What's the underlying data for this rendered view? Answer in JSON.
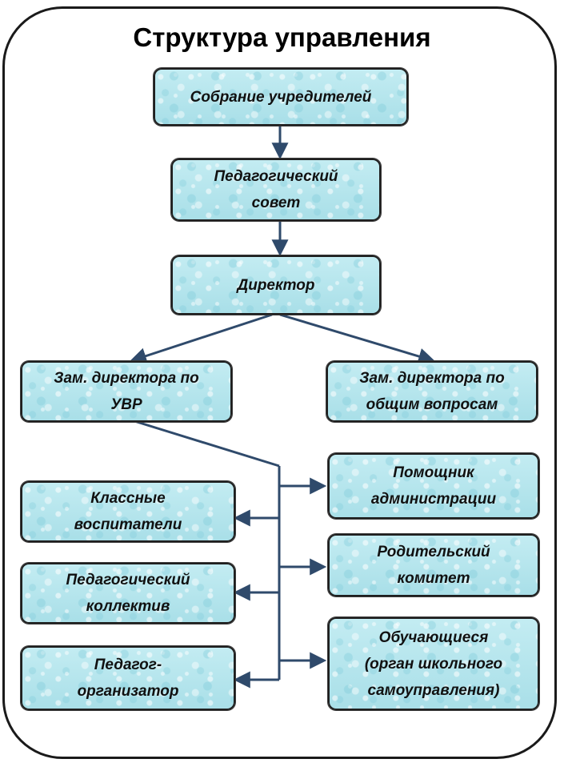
{
  "title": "Структура управления",
  "nodes": {
    "founders": {
      "line1": "Собрание учредителей"
    },
    "ped_council": {
      "line1": "Педагогический",
      "line2": "совет"
    },
    "director": {
      "line1": "Директор"
    },
    "deputy_uvr": {
      "line1": "Зам. директора по",
      "line2": "УВР"
    },
    "deputy_general": {
      "line1": "Зам. директора по",
      "line2": "общим вопросам"
    },
    "class_teachers": {
      "line1": "Классные",
      "line2": "воспитатели"
    },
    "ped_staff": {
      "line1": "Педагогический",
      "line2": "коллектив"
    },
    "ped_organizer": {
      "line1": "Педагог-",
      "line2": "организатор"
    },
    "admin_assistant": {
      "line1": "Помощник",
      "line2": "администрации"
    },
    "parent_committee": {
      "line1": "Родительский",
      "line2": "комитет"
    },
    "students": {
      "line1": "Обучающиеся",
      "line2": "(орган школьного",
      "line3": "самоуправления)"
    }
  },
  "colors": {
    "box_fill": "#b4e4ec",
    "connector": "#2f4a6b",
    "border": "#1f1f1f"
  }
}
